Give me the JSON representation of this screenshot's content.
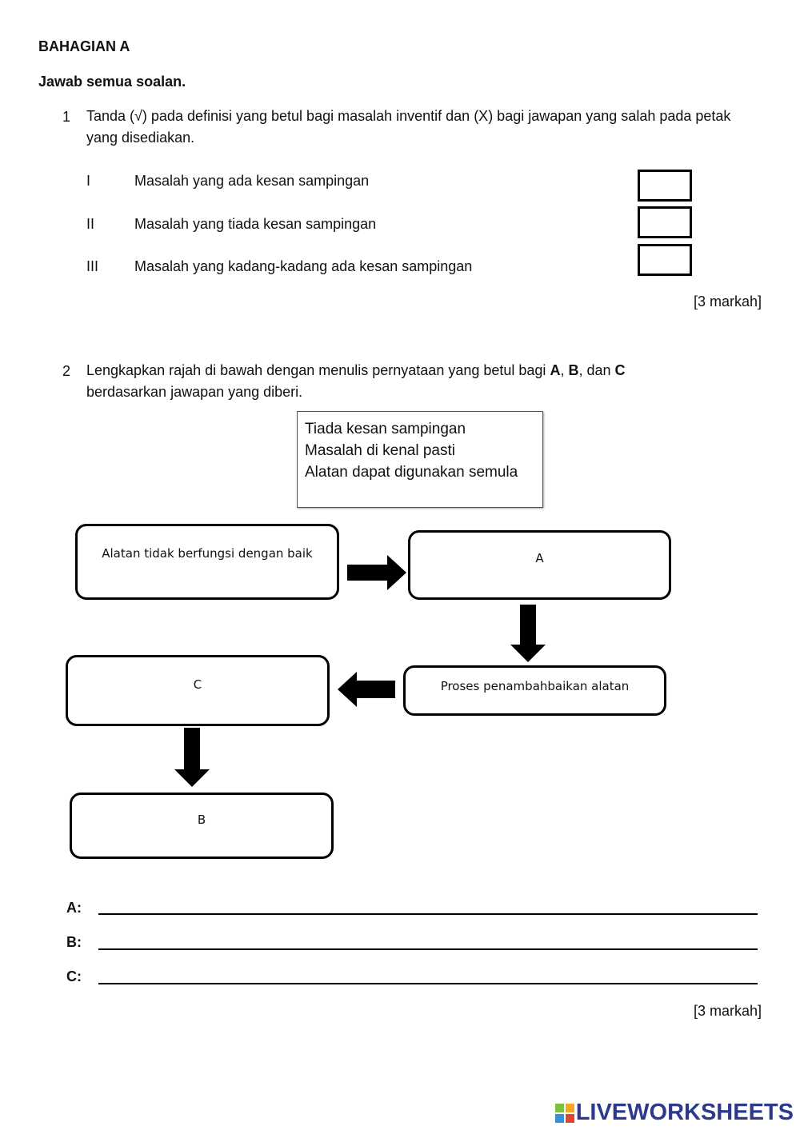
{
  "section": {
    "title": "BAHAGIAN A",
    "instruction": "Jawab semua soalan."
  },
  "q1": {
    "number": "1",
    "text": "Tanda (√) pada definisi yang betul bagi masalah inventif dan (X) bagi jawapan yang salah pada petak yang disediakan.",
    "options": [
      {
        "roman": "I",
        "text": "Masalah yang ada kesan sampingan"
      },
      {
        "roman": "II",
        "text": "Masalah yang tiada kesan sampingan"
      },
      {
        "roman": "III",
        "text": "Masalah yang kadang-kadang ada kesan sampingan"
      }
    ],
    "marks": "[3 markah]"
  },
  "q2": {
    "number": "2",
    "text_part1": "Lengkapkan rajah di bawah dengan menulis pernyataan yang betul bagi ",
    "bold_a": "A",
    "sep1": ", ",
    "bold_b": "B",
    "sep2": ", dan ",
    "bold_c": "C",
    "text_part2": "berdasarkan jawapan yang diberi.",
    "answer_bank": [
      "Tiada kesan sampingan",
      "Masalah di kenal pasti",
      "Alatan dapat digunakan semula"
    ],
    "flow": {
      "start": "Alatan tidak berfungsi dengan baik",
      "a": "A",
      "process": "Proses penambahbaikan alatan",
      "c": "C",
      "b": "B"
    },
    "answers": [
      {
        "label": "A:",
        "value": ""
      },
      {
        "label": "B:",
        "value": ""
      },
      {
        "label": "C:",
        "value": ""
      }
    ],
    "marks": "[3 markah]"
  },
  "logo": {
    "text": "LIVEWORKSHEETS",
    "color": "#2d3a8c"
  }
}
